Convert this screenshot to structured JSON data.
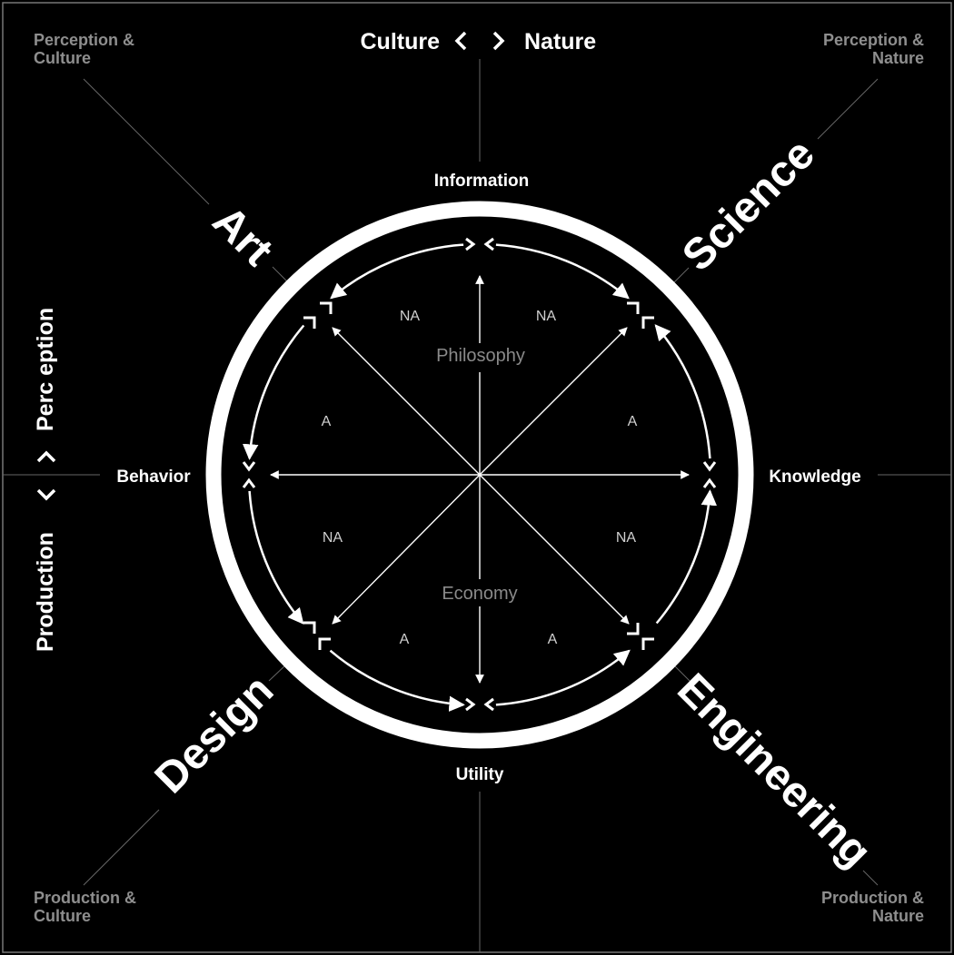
{
  "corners": {
    "top_left": [
      "Perception &",
      "Culture"
    ],
    "top_right": [
      "Perception &",
      "Nature"
    ],
    "bottom_left": [
      "Production &",
      "Culture"
    ],
    "bottom_right": [
      "Production &",
      "Nature"
    ]
  },
  "axes": {
    "horizontal_left": "Culture",
    "horizontal_right": "Nature",
    "vertical_top": "Perc eption",
    "vertical_bottom": "Production"
  },
  "fields": {
    "art": "Art",
    "science": "Science",
    "design": "Design",
    "engineering": "Engineering"
  },
  "cardinals": {
    "top": "Information",
    "right": "Knowledge",
    "bottom": "Utility",
    "left": "Behavior"
  },
  "inner": {
    "top": "Philosophy",
    "bottom": "Economy"
  },
  "sectors": {
    "top_left": "NA",
    "top_right": "NA",
    "upper_left": "A",
    "upper_right": "A",
    "lower_left": "NA",
    "lower_right": "NA",
    "bottom_left": "A",
    "bottom_right": "A"
  },
  "colors": {
    "background": "#000000",
    "foreground": "#ffffff",
    "muted": "#8e8e8e"
  }
}
